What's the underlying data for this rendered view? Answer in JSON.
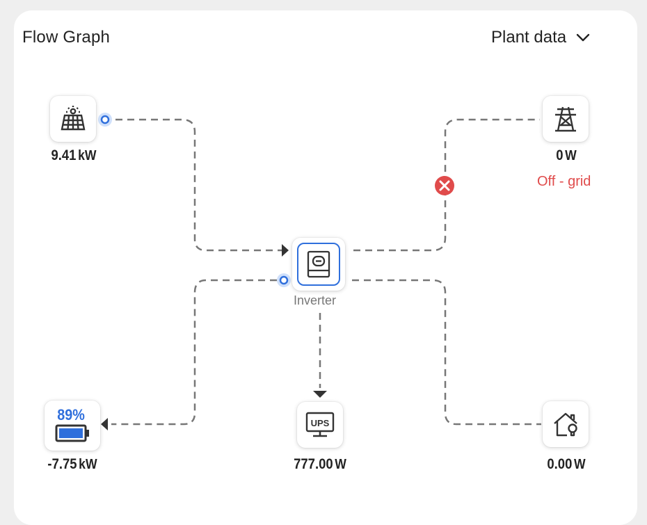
{
  "header": {
    "title": "Flow Graph",
    "plant_select": "Plant data"
  },
  "nodes": {
    "pv": {
      "value": "9.41",
      "unit": "kW",
      "icon": "solar-panel-icon"
    },
    "grid": {
      "value": "0",
      "unit": "W",
      "status": "Off - grid",
      "icon": "power-tower-icon"
    },
    "inverter": {
      "label": "Inverter",
      "icon": "inverter-icon"
    },
    "battery": {
      "soc": "89%",
      "value": "-7.75",
      "unit": "kW",
      "icon": "battery-icon"
    },
    "ups": {
      "value": "777.00",
      "unit": "W",
      "icon_text": "UPS",
      "icon": "ups-monitor-icon"
    },
    "load": {
      "value": "0.00",
      "unit": "W",
      "icon": "home-bulb-icon"
    }
  },
  "colors": {
    "accent": "#2f6fdc",
    "error": "#e04b4b",
    "line": "#777777"
  }
}
